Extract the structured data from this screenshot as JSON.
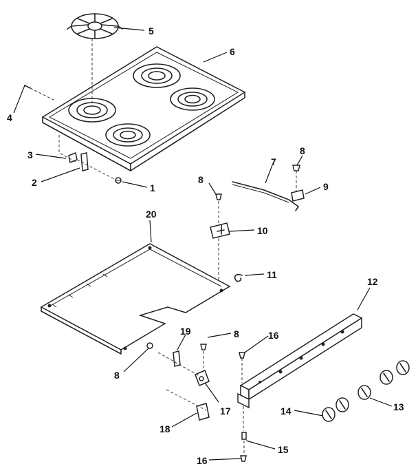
{
  "diagram": {
    "colors": {
      "line": "#222222",
      "background": "#ffffff"
    },
    "labels": [
      {
        "id": "l1",
        "text": "1"
      },
      {
        "id": "l2",
        "text": "2"
      },
      {
        "id": "l3",
        "text": "3"
      },
      {
        "id": "l4",
        "text": "4"
      },
      {
        "id": "l5",
        "text": "5"
      },
      {
        "id": "l6",
        "text": "6"
      },
      {
        "id": "l7",
        "text": "7"
      },
      {
        "id": "l8a",
        "text": "8"
      },
      {
        "id": "l8b",
        "text": "8"
      },
      {
        "id": "l8c",
        "text": "8"
      },
      {
        "id": "l8d",
        "text": "8"
      },
      {
        "id": "l9",
        "text": "9"
      },
      {
        "id": "l10",
        "text": "10"
      },
      {
        "id": "l11",
        "text": "11"
      },
      {
        "id": "l12",
        "text": "12"
      },
      {
        "id": "l13",
        "text": "13"
      },
      {
        "id": "l14",
        "text": "14"
      },
      {
        "id": "l15",
        "text": "15"
      },
      {
        "id": "l16a",
        "text": "16"
      },
      {
        "id": "l16b",
        "text": "16"
      },
      {
        "id": "l17",
        "text": "17"
      },
      {
        "id": "l18",
        "text": "18"
      },
      {
        "id": "l19",
        "text": "19"
      },
      {
        "id": "l20",
        "text": "20"
      }
    ]
  }
}
